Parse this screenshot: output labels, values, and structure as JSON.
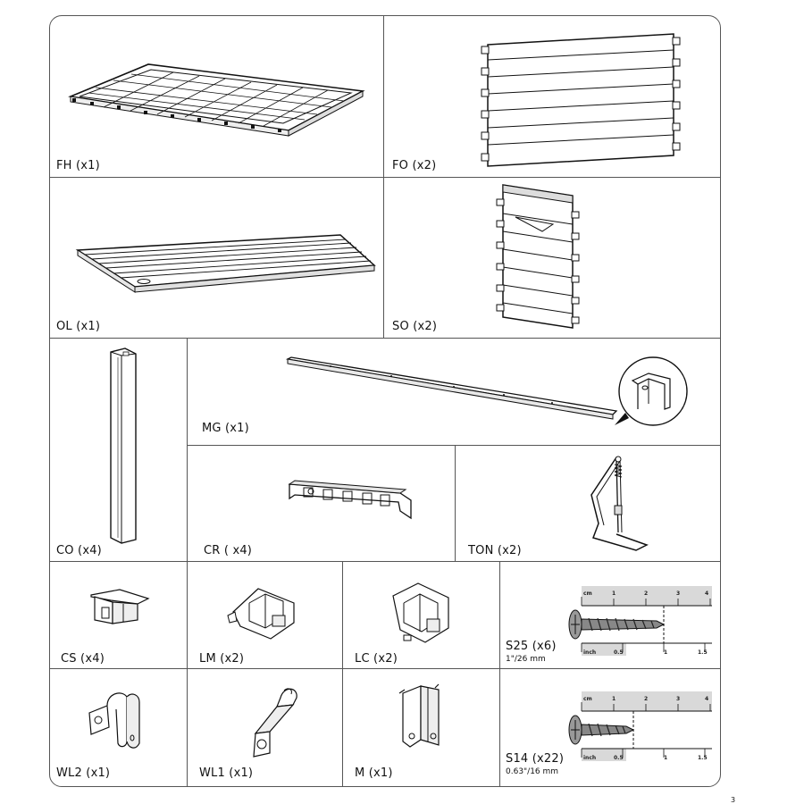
{
  "parts": {
    "fh": {
      "label": "FH (x1)",
      "icon": "floor-panel-icon"
    },
    "fo": {
      "label": "FO (x2)",
      "icon": "front-wall-panel-icon"
    },
    "ol": {
      "label": "OL (x1)",
      "icon": "lid-panel-icon"
    },
    "so": {
      "label": "SO (x2)",
      "icon": "side-wall-panel-icon"
    },
    "co": {
      "label": "CO (x4)",
      "icon": "corner-post-icon"
    },
    "mg": {
      "label": "MG (x1)",
      "icon": "metal-rail-icon"
    },
    "cr": {
      "label": "CR ( x4)",
      "icon": "connector-rail-icon"
    },
    "ton": {
      "label": "TON (x2)",
      "icon": "lid-hinge-arm-icon"
    },
    "cs": {
      "label": "CS (x4)",
      "icon": "corner-cap-icon"
    },
    "lm": {
      "label": "LM (x2)",
      "icon": "lock-bracket-icon"
    },
    "lc": {
      "label": "LC (x2)",
      "icon": "lock-clip-icon"
    },
    "s25": {
      "label": "S25 (x6)",
      "size": "1\"/26 mm",
      "icon": "screw-long-icon"
    },
    "wl2": {
      "label": "WL2 (x1)",
      "icon": "wall-link-bracket-icon"
    },
    "wl1": {
      "label": "WL1 (x1)",
      "icon": "wall-link-bracket-small-icon"
    },
    "m": {
      "label": "M (x1)",
      "icon": "mounting-bracket-icon"
    },
    "s14": {
      "label": "S14 (x22)",
      "size": "0.63\"/16 mm",
      "icon": "screw-short-icon"
    }
  },
  "ruler": {
    "cm_unit": "cm",
    "inch_unit": "inch",
    "cm_ticks": [
      "1",
      "2",
      "3",
      "4"
    ],
    "inch_ticks": [
      "0.5",
      "1",
      "1.5"
    ]
  },
  "page_number": "3"
}
